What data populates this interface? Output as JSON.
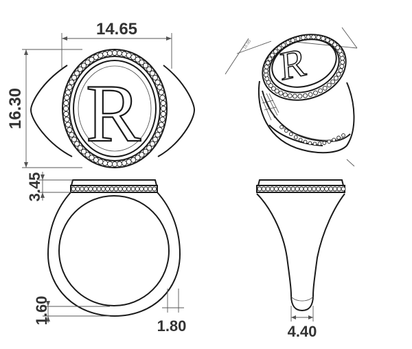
{
  "monogram": "R",
  "dimensions": {
    "top_width": "14.65",
    "top_height": "16.30",
    "halo_height": "3.45",
    "shank_bottom": "1.60",
    "shank_width": "1.80",
    "side_bottom": "4.40"
  },
  "colors": {
    "line": "#1a1a1a",
    "dimension": "#333333",
    "background": "#ffffff"
  }
}
